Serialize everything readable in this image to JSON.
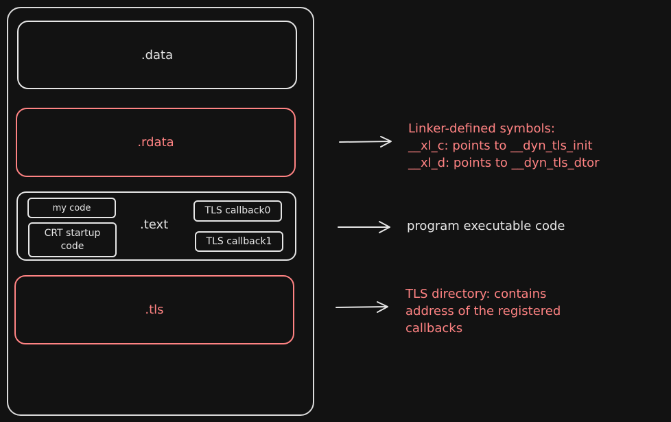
{
  "sections": {
    "data": ".data",
    "rdata": ".rdata",
    "text": ".text",
    "tls": ".tls"
  },
  "text_items": {
    "my_code": "my code",
    "crt_startup_code": "CRT startup\ncode",
    "tls_callback0": "TLS callback0",
    "tls_callback1": "TLS callback1"
  },
  "notes": {
    "rdata": "Linker-defined symbols:\n__xl_c: points to __dyn_tls_init\n__xl_d: points to __dyn_tls_dtor",
    "text": "program executable code",
    "tls": "TLS directory: contains\naddress of the registered\ncallbacks"
  },
  "colors": {
    "background": "#121212",
    "neutral": "#e6e6e6",
    "highlight": "#ff8383"
  }
}
